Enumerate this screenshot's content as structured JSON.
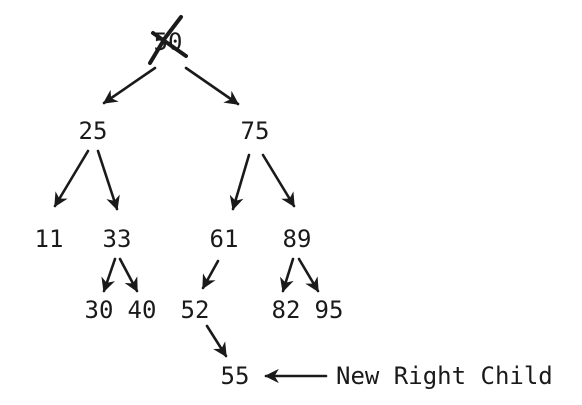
{
  "colors": {
    "ink": "#1a1a1a",
    "background": "#ffffff"
  },
  "nodes": {
    "root": "50",
    "n25": "25",
    "n75": "75",
    "n11": "11",
    "n33": "33",
    "n61": "61",
    "n89": "89",
    "n30": "30",
    "n40": "40",
    "n52": "52",
    "n82": "82",
    "n95": "95",
    "n55": "55"
  },
  "annotation": {
    "label": "New Right Child"
  },
  "marks": {
    "root_crossed_out": true
  }
}
